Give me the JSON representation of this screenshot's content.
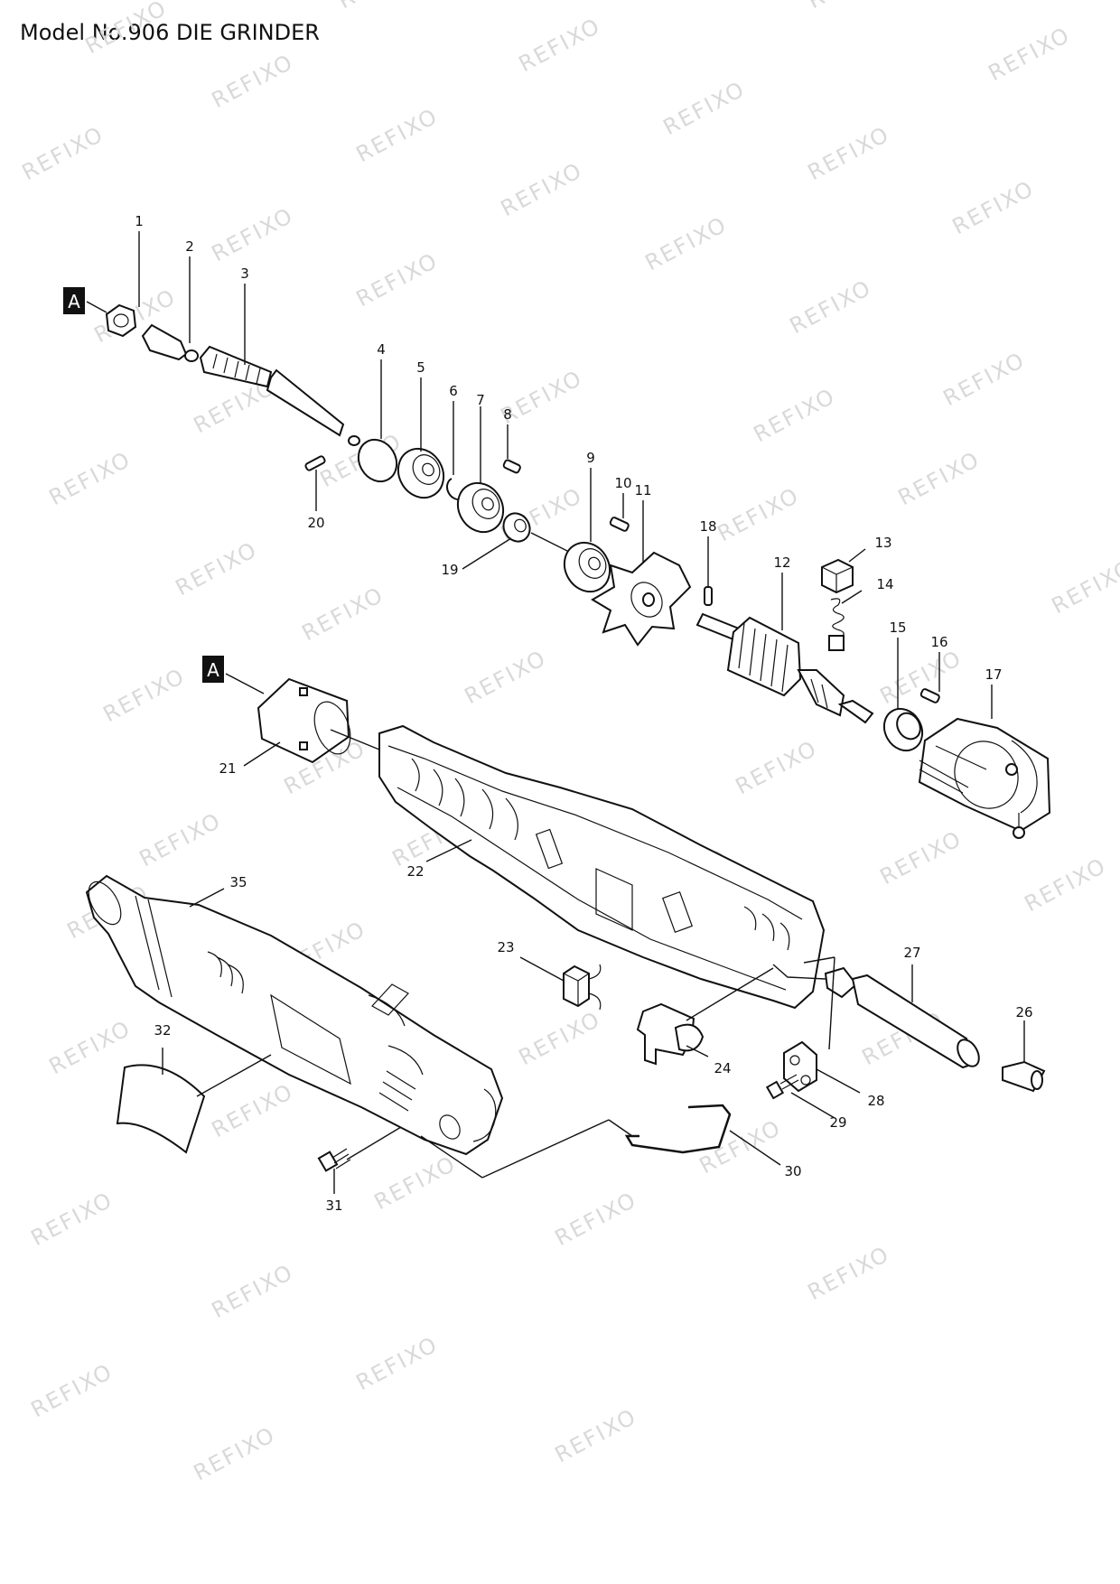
{
  "page": {
    "title": "Model No.906 DIE GRINDER"
  },
  "watermark": "REFIXO",
  "ref_marker": "A",
  "parts": [
    "1",
    "2",
    "3",
    "4",
    "5",
    "6",
    "7",
    "8",
    "9",
    "10",
    "11",
    "12",
    "13",
    "14",
    "15",
    "16",
    "17",
    "18",
    "19",
    "20",
    "21",
    "22",
    "23",
    "24",
    "26",
    "27",
    "28",
    "29",
    "30",
    "31",
    "32",
    "35"
  ]
}
